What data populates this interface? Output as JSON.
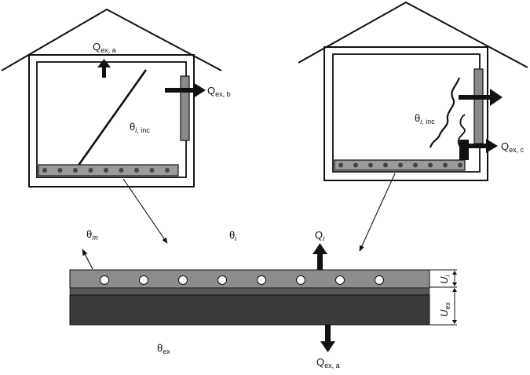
{
  "colors": {
    "stroke": "#111111",
    "panel_gray": "#8a8a8a",
    "slab_mid": "#8c8c8c",
    "slab_dark": "#3a3a3a",
    "slab_darker": "#666666",
    "dot": "#444444"
  },
  "icons": {
    "arrow": "arrow-icon",
    "pipe_dot": "circle-icon"
  },
  "house_left": {
    "flux_top": {
      "main": "Q",
      "sub": "ex, a"
    },
    "flux_side": {
      "main": "Q",
      "sub": "ex, b"
    },
    "temp": {
      "main": "θ",
      "sub_it": "i",
      "sub": ", inc"
    }
  },
  "house_right": {
    "temp": {
      "main": "θ",
      "sub_it": "i",
      "sub": ", inc"
    },
    "flux_side": {
      "main": "Q",
      "sub": "ex, c"
    }
  },
  "section": {
    "theta_m": {
      "main": "θ",
      "sub_it": "m"
    },
    "theta_i": {
      "main": "θ",
      "sub_it": "i"
    },
    "q_i": {
      "main": "Q",
      "sub_it": "i"
    },
    "theta_ex": {
      "main": "θ",
      "sub": "ex"
    },
    "q_ex_a": {
      "main": "Q",
      "sub": "ex, a"
    },
    "u_i": {
      "main": "U",
      "sub_it": "i"
    },
    "u_ex": {
      "main": "U",
      "sub": "ex"
    }
  }
}
